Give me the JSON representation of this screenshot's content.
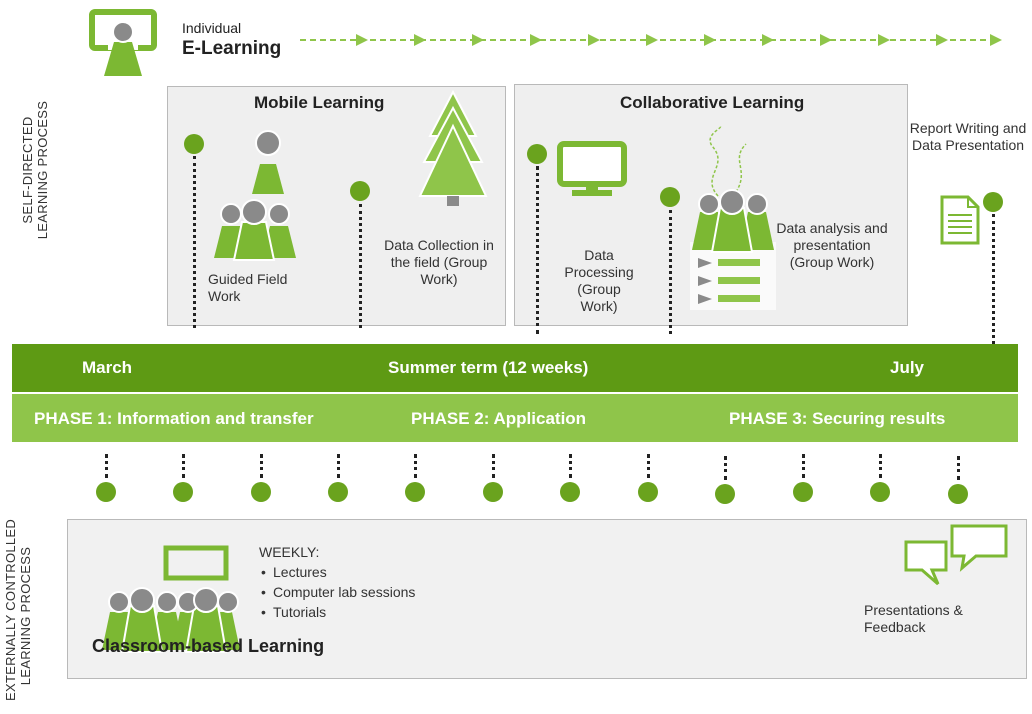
{
  "side_labels": {
    "top": [
      "SELF-DIRECTED",
      "LEARNING PROCESS"
    ],
    "bottom": [
      "EXTERNALLY CONTROLLED",
      "LEARNING PROCESS"
    ]
  },
  "elearning": {
    "line1": "Individual",
    "line2": "E-Learning"
  },
  "mobile": {
    "title": "Mobile Learning",
    "guided": "Guided Field Work",
    "collection": "Data Collection in the field (Group Work)"
  },
  "collab": {
    "title": "Collaborative Learning",
    "processing": "Data Processing (Group Work)",
    "analysis": "Data analysis and presentation (Group Work)"
  },
  "report": "Report Writing and Data Presentation",
  "timeline": {
    "march": "March",
    "term": "Summer term (12 weeks)",
    "july": "July",
    "phase1": "PHASE 1: Information and transfer",
    "phase2": "PHASE 2: Application",
    "phase3": "PHASE 3: Securing results"
  },
  "classroom": {
    "title": "Classroom-based Learning",
    "weekly": "WEEKLY:",
    "items": [
      "Lectures",
      "Computer lab sessions",
      "Tutorials"
    ],
    "presentations": "Presentations & Feedback"
  },
  "colors": {
    "dark_green": "#5e9a14",
    "light_green": "#8fc54a",
    "icon_green": "#7cb833",
    "grey_icon": "#8a8a8a"
  }
}
